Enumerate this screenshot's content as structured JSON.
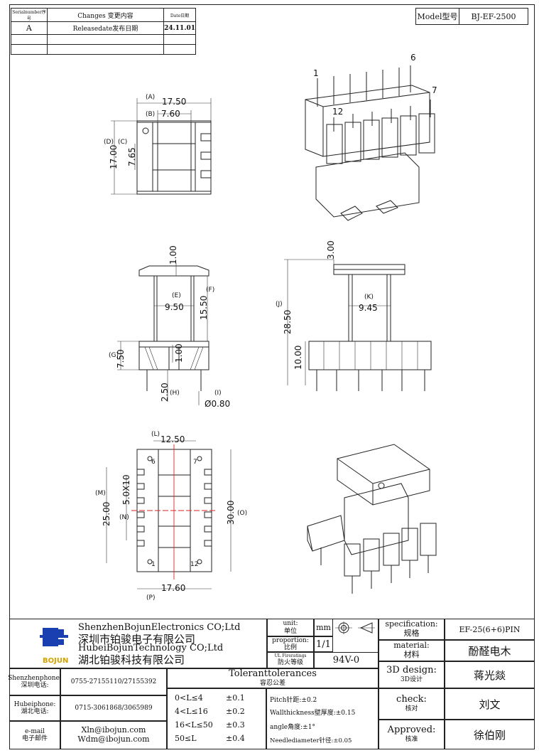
{
  "revision_table": {
    "headers": [
      "Serialnumber序号",
      "Changes 变更内容",
      "Date日期"
    ],
    "rows": [
      [
        "A",
        "Releasedate发布日期",
        "24.11.01"
      ],
      [
        "",
        "",
        ""
      ],
      [
        "",
        "",
        ""
      ]
    ]
  },
  "model": {
    "label": "Model型号",
    "value": "BJ-EF-2500"
  },
  "dimensions": {
    "A": "(A)",
    "A_val": "17.50",
    "B": "(B)",
    "B_val": "7.60",
    "C": "(C)",
    "C_val": "7.65",
    "D": "(D)",
    "D_val": "17.00",
    "E": "(E)",
    "E_val": "9.50",
    "F": "(F)",
    "F_val": "15.50",
    "top_pin": "1.00",
    "G": "(G)",
    "G_val": "7.50",
    "mid_pin": "1.00",
    "H": "(H)",
    "H_val": "2.50",
    "I": "(I)",
    "I_val": "Ø0.80",
    "J": "(J)",
    "J_val": "28.50",
    "K": "(K)",
    "K_val": "9.45",
    "top_h": "3.00",
    "bot_h": "10.00",
    "L": "(L)",
    "L_val": "12.50",
    "M": "(M)",
    "M_val": "25.00",
    "N": "(N)",
    "N_val": "5.0X10",
    "O": "(O)",
    "O_val": "30.00",
    "P": "(P)",
    "P_val": "17.60"
  },
  "pins": {
    "p1": "1",
    "p6": "6",
    "p7": "7",
    "p12": "12"
  },
  "title_block": {
    "company_en1": "ShenzhenBojunElectronics CO;Ltd",
    "company_cn1": "深圳市铂骏电子有限公司",
    "company_en2": "HubeiBojunTechnology CO;Ltd",
    "company_cn2": "湖北铂骏科技有限公司",
    "logo_text": "BOJUN",
    "unit_label": "unit:",
    "unit_label_cn": "单位",
    "unit_value": "mm",
    "proportion_label": "proportion:",
    "proportion_label_cn": "比例",
    "proportion_value": "1/1",
    "ul_label": "UL Fireratings",
    "ul_label_cn": "防火等级",
    "ul_value": "94V-0",
    "spec_label": "specification:",
    "spec_label_cn": "规格",
    "spec_value": "EF-25(6+6)PIN",
    "material_label": "material:",
    "material_label_cn": "材料",
    "material_value": "酚醛电木",
    "design_label": "3D design:",
    "design_label_cn": "3D设计",
    "design_value": "蒋光燚",
    "check_label": "check:",
    "check_label_cn": "核对",
    "check_value": "刘文",
    "approved_label": "Approved:",
    "approved_label_cn": "核准",
    "approved_value": "徐伯刚",
    "sz_phone_label": "Shenzhenphone:",
    "sz_phone_label_cn": "深圳电话:",
    "sz_phone": "0755-27155110/27155392",
    "hb_phone_label": "Hubeiphone:",
    "hb_phone_label_cn": "湖北电话:",
    "hb_phone": "0715-3061868/3065989",
    "email_label": "e-mail",
    "email_label_cn": "电子邮件",
    "email1": "Xln@ibojun.com",
    "email2": "Wdm@ibojun.com",
    "tol_title": "Toleranttolerances",
    "tol_title_cn": "容忍公差",
    "tol": [
      {
        "range": "0<L≤4",
        "value": "±0.1"
      },
      {
        "range": "4<L≤16",
        "value": "±0.2"
      },
      {
        "range": "16<L≤50",
        "value": "±0.3"
      },
      {
        "range": "50≤L",
        "value": "±0.4"
      }
    ],
    "pitch": "Pitch针距:±0.2",
    "wall": "Wallthickness壁厚度:±0.15",
    "angle": "angle角度:±1°",
    "needle": "Needlediameter针径:±0.05"
  }
}
